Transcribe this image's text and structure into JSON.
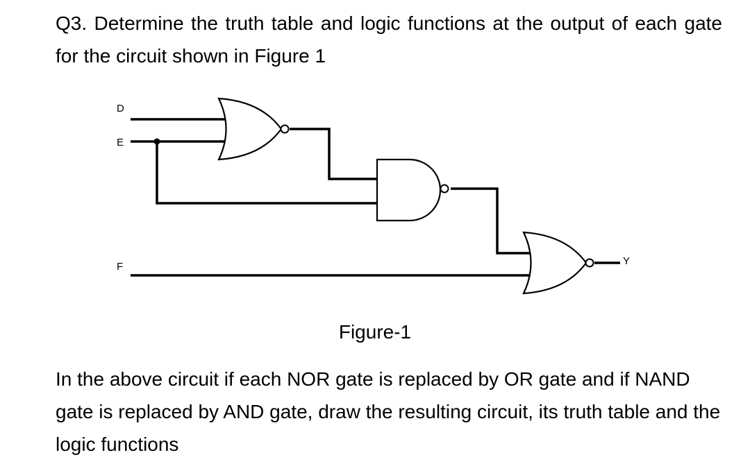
{
  "question": {
    "text": "Q3. Determine the truth table and logic functions at the output of each gate for the circuit shown in Figure 1"
  },
  "figure": {
    "inputs": {
      "d": "D",
      "e": "E",
      "f": "F"
    },
    "output": "Y",
    "caption": "Figure-1"
  },
  "followup": {
    "text": "In the above circuit if each NOR gate is replaced by OR gate and if NAND gate is replaced by AND gate, draw the resulting circuit, its truth table and the logic functions"
  }
}
